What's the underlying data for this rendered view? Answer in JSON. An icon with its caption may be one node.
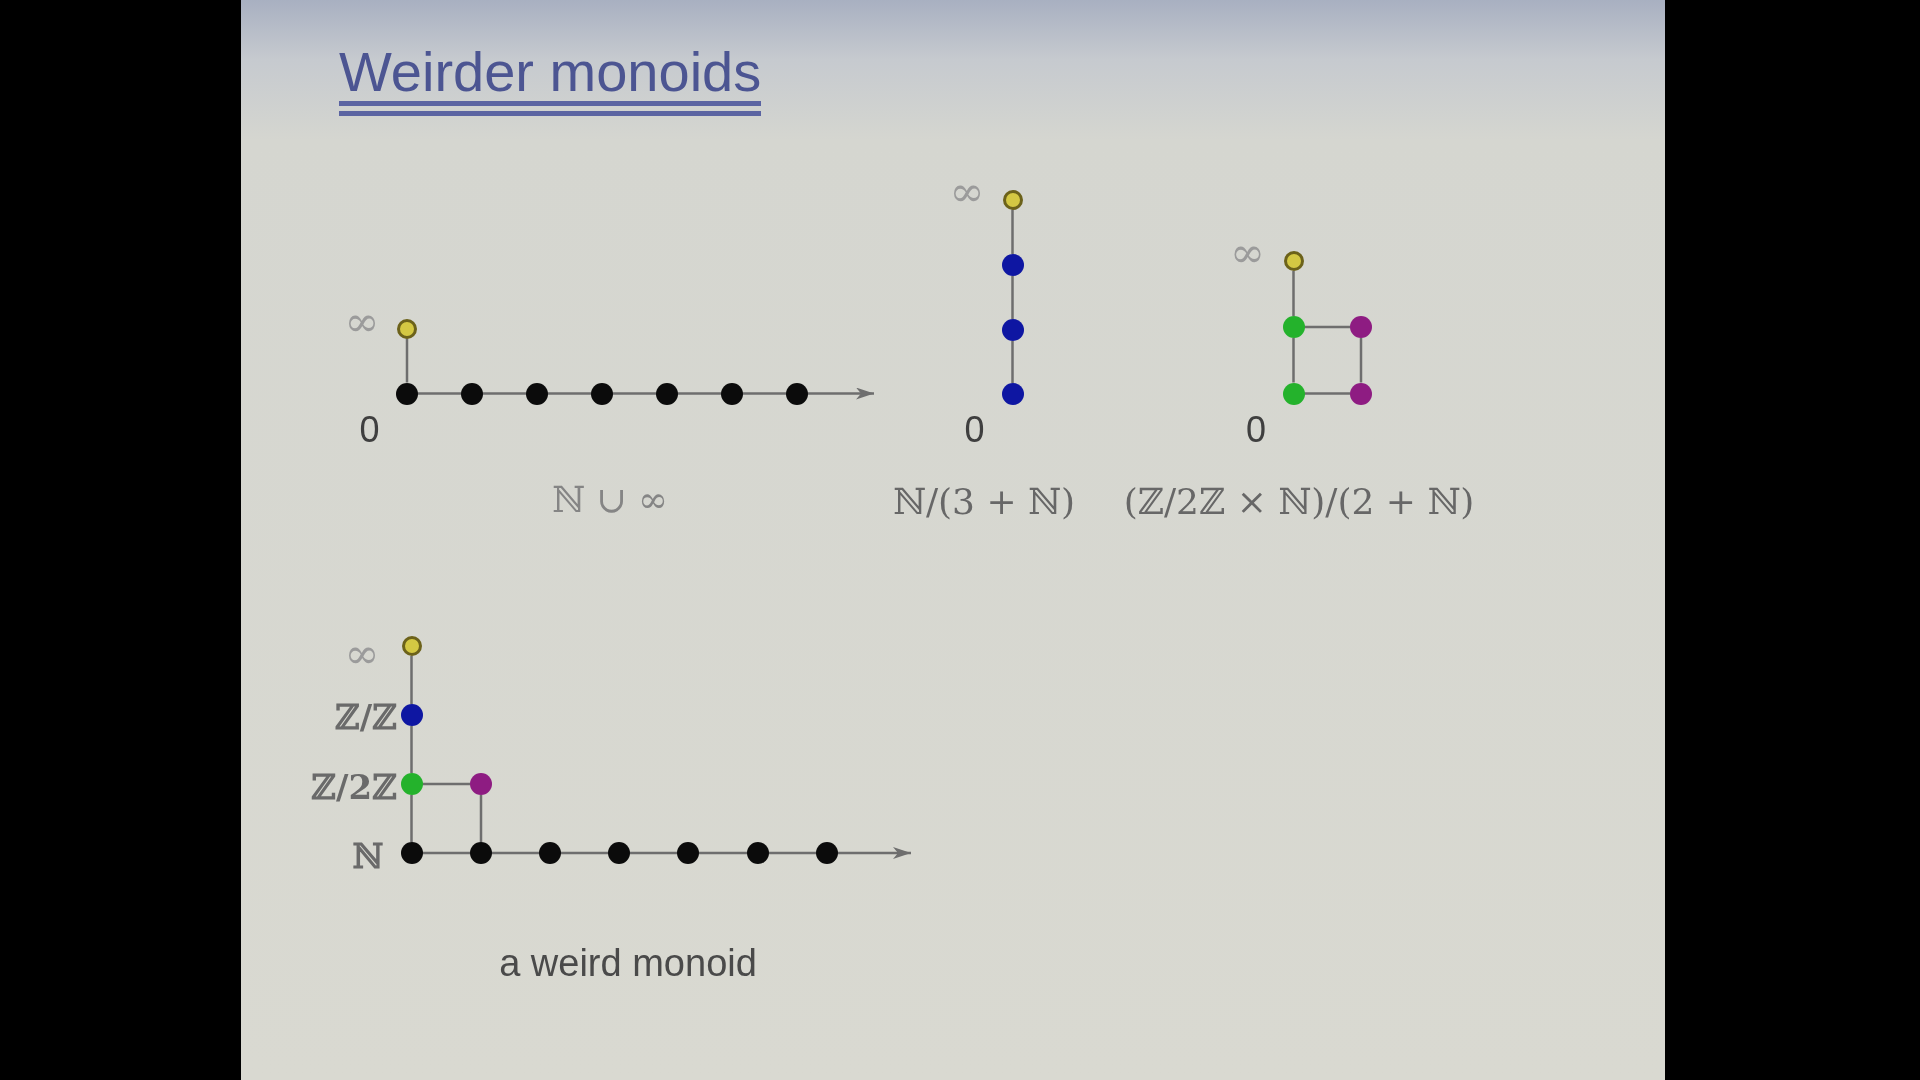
{
  "diagram": {
    "title": "Weirder monoids",
    "nodes": [
      {
        "text": [],
        "shape": "circle",
        "beside": [
          "∞"
        ]
      },
      {
        "text": [],
        "shape": "circle",
        "beside": [
          "0"
        ]
      },
      {
        "text": [],
        "shape": "circle"
      },
      {
        "text": [],
        "shape": "circle"
      },
      {
        "text": [],
        "shape": "circle"
      },
      {
        "text": [],
        "shape": "circle"
      },
      {
        "text": [],
        "shape": "circle"
      },
      {
        "text": [],
        "shape": "circle"
      },
      {
        "text": [],
        "shape": "circle",
        "beside": [
          "∞"
        ]
      },
      {
        "text": [],
        "shape": "circle"
      },
      {
        "text": [],
        "shape": "circle"
      },
      {
        "text": [],
        "shape": "circle",
        "beside": [
          "0"
        ]
      },
      {
        "text": [],
        "shape": "circle",
        "beside": [
          "∞"
        ]
      },
      {
        "text": [],
        "shape": "circle"
      },
      {
        "text": [],
        "shape": "circle"
      },
      {
        "text": [],
        "shape": "circle",
        "beside": [
          "0"
        ]
      },
      {
        "text": [],
        "shape": "circle"
      },
      {
        "text": [],
        "shape": "circle",
        "beside": [
          "∞"
        ]
      },
      {
        "text": [],
        "shape": "circle",
        "beside": [
          "ℤ/ℤ"
        ]
      },
      {
        "text": [],
        "shape": "circle",
        "beside": [
          "ℤ/2ℤ"
        ]
      },
      {
        "text": [],
        "shape": "circle"
      },
      {
        "text": [],
        "shape": "circle",
        "beside": [
          "ℕ"
        ]
      },
      {
        "text": [],
        "shape": "circle"
      },
      {
        "text": [],
        "shape": "circle"
      },
      {
        "text": [],
        "shape": "circle"
      },
      {
        "text": [],
        "shape": "circle"
      },
      {
        "text": [],
        "shape": "circle"
      },
      {
        "text": [],
        "shape": "circle"
      }
    ],
    "edges": [
      {
        "from": 0,
        "to": 1,
        "arrow": "none"
      },
      {
        "from": 1,
        "to": 2,
        "arrow": "none"
      },
      {
        "from": 2,
        "to": 3,
        "arrow": "none"
      },
      {
        "from": 3,
        "to": 4,
        "arrow": "none"
      },
      {
        "from": 4,
        "to": 5,
        "arrow": "none"
      },
      {
        "from": 5,
        "to": 6,
        "arrow": "none"
      },
      {
        "from": 6,
        "to": 7,
        "arrow": "none"
      },
      {
        "from": 7,
        "to": null,
        "arrow": "to"
      },
      {
        "from": 8,
        "to": 9,
        "arrow": "none"
      },
      {
        "from": 9,
        "to": 10,
        "arrow": "none"
      },
      {
        "from": 10,
        "to": 11,
        "arrow": "none"
      },
      {
        "from": 12,
        "to": 13,
        "arrow": "none"
      },
      {
        "from": 13,
        "to": 14,
        "arrow": "none"
      },
      {
        "from": 13,
        "to": 15,
        "arrow": "none"
      },
      {
        "from": 14,
        "to": 16,
        "arrow": "none"
      },
      {
        "from": 15,
        "to": 16,
        "arrow": "none"
      },
      {
        "from": 17,
        "to": 18,
        "arrow": "none"
      },
      {
        "from": 18,
        "to": 19,
        "arrow": "none"
      },
      {
        "from": 19,
        "to": 20,
        "arrow": "none"
      },
      {
        "from": 19,
        "to": 21,
        "arrow": "none"
      },
      {
        "from": 20,
        "to": 22,
        "arrow": "none"
      },
      {
        "from": 21,
        "to": 22,
        "arrow": "none"
      },
      {
        "from": 22,
        "to": 23,
        "arrow": "none"
      },
      {
        "from": 23,
        "to": 24,
        "arrow": "none"
      },
      {
        "from": 24,
        "to": 25,
        "arrow": "none"
      },
      {
        "from": 25,
        "to": 26,
        "arrow": "none"
      },
      {
        "from": 26,
        "to": 27,
        "arrow": "none"
      },
      {
        "from": 27,
        "to": null,
        "arrow": "to"
      }
    ],
    "labels": [
      "ℕ ∪ ∞",
      "ℕ/(3 + ℕ)",
      "(ℤ/2ℤ × ℕ)/(2 + ℕ)",
      "a weird monoid"
    ]
  }
}
